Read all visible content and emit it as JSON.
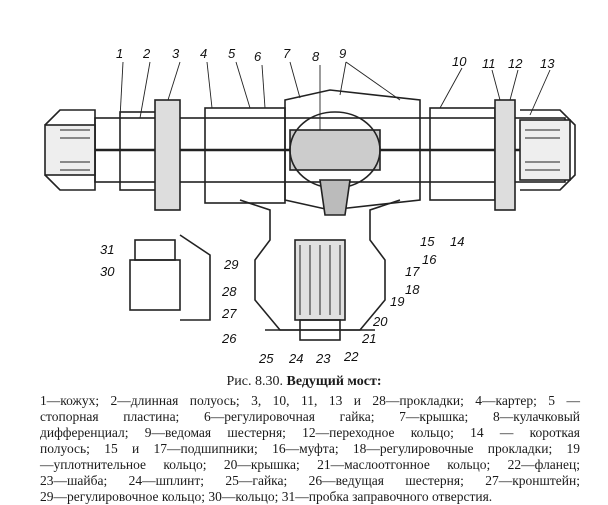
{
  "figure": {
    "part_numbers": [
      "1",
      "2",
      "3",
      "4",
      "5",
      "6",
      "7",
      "8",
      "9",
      "10",
      "11",
      "12",
      "13",
      "14",
      "15",
      "16",
      "17",
      "18",
      "19",
      "20",
      "21",
      "22",
      "23",
      "24",
      "25",
      "26",
      "27",
      "28",
      "29",
      "30",
      "31"
    ]
  },
  "caption": {
    "number": "Рис. 8.30.",
    "title": "Ведущий мост:",
    "lines": [
      "1—кожух; 2—длинная полуось; 3, 10, 11, 13 и 28—прокладки; 4—картер; 5 —",
      "стопорная пластина; 6—регулировочная гайка; 7—крышка; 8—кулачковый",
      "дифференциал; 9—ведомая шестерня; 12—переходное кольцо; 14 — короткая",
      "полуось; 15 и 17—подшипники; 16—муфта; 18—регулировочные прокладки; 19",
      "—уплотнительное кольцо; 20—крышка; 21—маслоотгонное кольцо; 22—фланец;",
      "23—шайба; 24—шплинт; 25—гайка; 26—ведущая шестерня; 27—кронштейн;",
      "29—регулировочное кольцо; 30—кольцо; 31—пробка заправочного отверстия."
    ]
  }
}
